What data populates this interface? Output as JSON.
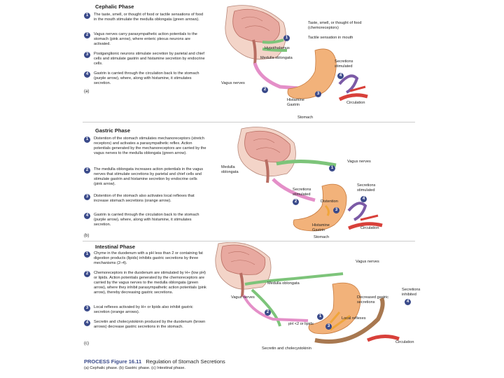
{
  "phases": [
    {
      "title": "Cephalic Phase",
      "label": "(a)",
      "steps": [
        {
          "n": "1",
          "text": "The taste, smell, or thought of food or tactile sensations of food in the mouth stimulate the medulla oblongata (green arrows)."
        },
        {
          "n": "2",
          "text": "Vagus nerves carry parasympathetic action potentials to the stomach (pink arrow), where enteric plexus neurons are activated."
        },
        {
          "n": "3",
          "text": "Postganglionic neurons stimulate secretion by parietal and chief cells and stimulate gastrin and histamine secretion by endocrine cells."
        },
        {
          "n": "4",
          "text": "Gastrin is carried through the circulation back to the stomach (purple arrow), where, along with histamine, it stimulates secretion."
        }
      ],
      "figure_labels": {
        "taste": "Taste, smell, or thought of food (chemoreceptors)",
        "tactile": "Tactile sensation in mouth",
        "hypothalamus": "Hypothalamus",
        "medulla": "Medulla oblongata",
        "secretions": "Secretions stimulated",
        "vagus": "Vagus nerves",
        "histamine": "Histamine",
        "gastrin": "Gastrin",
        "circulation": "Circulation",
        "stomach": "Stomach"
      }
    },
    {
      "title": "Gastric Phase",
      "label": "(b)",
      "steps": [
        {
          "n": "1",
          "text": "Distention of the stomach stimulates mechanoreceptors (stretch receptors) and activates a parasympathetic reflex. Action potentials generated by the mechanoreceptors are carried by the vagus nerves to the medulla oblongata (green arrow)."
        },
        {
          "n": "2",
          "text": "The medulla oblongata increases action potentials in the vagus nerves that stimulate secretions by parietal and chief cells and stimulate gastrin and histamine secretion by endocrine cells (pink arrow)."
        },
        {
          "n": "3",
          "text": "Distention of the stomach also activates local reflexes that increase stomach secretions (orange arrow)."
        },
        {
          "n": "4",
          "text": "Gastrin is carried through the circulation back to the stomach (purple arrow), where, along with histamine, it stimulates secretion."
        }
      ],
      "figure_labels": {
        "medulla": "Medulla oblongata",
        "vagus": "Vagus nerves",
        "secretions_left": "Secretions stimulated",
        "secretions_right": "Secretions stimulated",
        "distention": "Distention",
        "histamine": "Histamine",
        "gastrin": "Gastrin",
        "circulation": "Circulation",
        "stomach": "Stomach"
      }
    },
    {
      "title": "Intestinal Phase",
      "label": "(c)",
      "steps": [
        {
          "n": "1",
          "text": "Chyme in the duodenum with a pH less than 2 or containing fat digestion products (lipids) inhibits gastric secretions by three mechanisms (2–4)."
        },
        {
          "n": "2",
          "text": "Chemoreceptors in the duodenum are stimulated by H+ (low pH) or lipids. Action potentials generated by the chemoreceptors are carried by the vagus nerves to the medulla oblongata (green arrow), where they inhibit parasympathetic action potentials (pink arrow), thereby decreasing gastric secretions."
        },
        {
          "n": "3",
          "text": "Local reflexes activated by H+ or lipids also inhibit gastric secretion (orange arrows)."
        },
        {
          "n": "4",
          "text": "Secretin and cholecystokinin produced by the duodenum (brown arrows) decrease gastric secretions in the stomach."
        }
      ],
      "figure_labels": {
        "vagus_top": "Vagus nerves",
        "medulla": "Medulla oblongata",
        "vagus_left": "Vagus nerves",
        "decreased": "Decreased gastric secretions",
        "secretions_inhibited": "Secretions inhibited",
        "local_reflexes": "Local reflexes",
        "ph_lipids": "pH <2 or lipids",
        "secretin": "Secretin and cholecystokinin",
        "circulation": "Circulation"
      }
    }
  ],
  "caption": {
    "prefix": "PROCESS Figure 16.11",
    "title": "Regulation of Stomach Secretions",
    "sub": "(a) Cephalic phase. (b) Gastric phase. (c) Intestinal phase."
  },
  "colors": {
    "badge": "#3a4a8a",
    "green_arrow": "#7dc47a",
    "pink_arrow": "#e48fc8",
    "purple_arrow": "#7b5aa6",
    "orange_arrow": "#f0a53a",
    "brown_arrow": "#a87850",
    "stomach": "#f2b27a",
    "brain": "#e8a9a0"
  }
}
